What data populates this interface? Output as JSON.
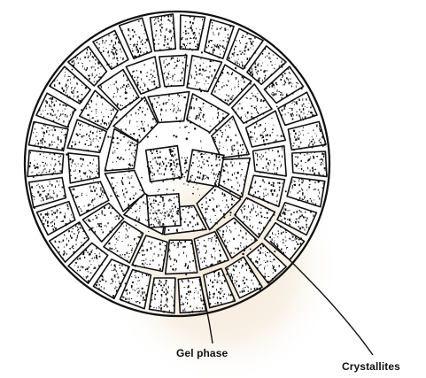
{
  "labels": {
    "gel_phase": "Gel phase",
    "crystallites": "Crystallites"
  },
  "colors": {
    "ink": "#111111",
    "paper": "#ffffff",
    "watermark": "#f3e6d2"
  },
  "structure": {
    "rings": [
      {
        "name": "outer",
        "blocks": 30
      },
      {
        "name": "middle",
        "blocks": 20
      },
      {
        "name": "inner",
        "blocks": 10
      },
      {
        "name": "center",
        "blocks": 4
      }
    ]
  }
}
